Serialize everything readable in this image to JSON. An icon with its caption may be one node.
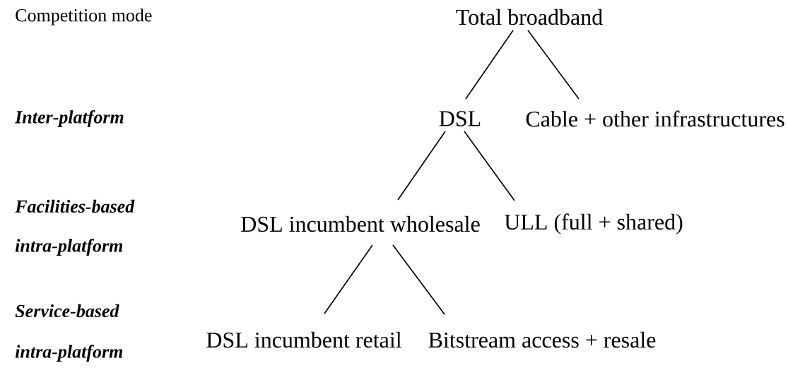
{
  "diagram": {
    "nodes": [
      {
        "text": [
          "Total broadband"
        ]
      },
      {
        "text": [
          "DSL"
        ]
      },
      {
        "text": [
          "Cable + other infrastructures"
        ]
      },
      {
        "text": [
          "DSL incumbent wholesale"
        ]
      },
      {
        "text": [
          "ULL (full + shared)"
        ]
      },
      {
        "text": [
          "DSL incumbent retail"
        ]
      },
      {
        "text": [
          "Bitstream access + resale"
        ]
      }
    ],
    "edges": [
      {
        "from": 0,
        "to": 1,
        "arrow": "none"
      },
      {
        "from": 0,
        "to": 2,
        "arrow": "none"
      },
      {
        "from": 1,
        "to": 3,
        "arrow": "none"
      },
      {
        "from": 1,
        "to": 4,
        "arrow": "none"
      },
      {
        "from": 3,
        "to": 5,
        "arrow": "none"
      },
      {
        "from": 3,
        "to": 6,
        "arrow": "none"
      }
    ],
    "labels": [
      "Competition mode",
      "Inter-platform",
      "Facilities-based",
      "intra-platform",
      "Service-based",
      "intra-platform"
    ]
  }
}
